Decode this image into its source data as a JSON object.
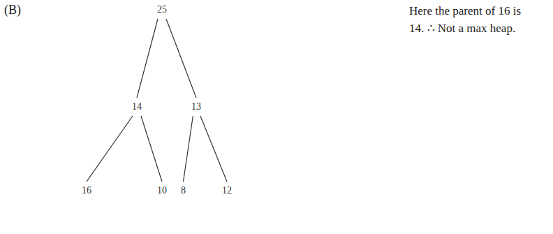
{
  "diagram": {
    "nodes": [
      {
        "text": [
          "25"
        ]
      },
      {
        "text": [
          "14"
        ]
      },
      {
        "text": [
          "13"
        ]
      },
      {
        "text": [
          "16"
        ]
      },
      {
        "text": [
          "10"
        ]
      },
      {
        "text": [
          "8"
        ]
      },
      {
        "text": [
          "12"
        ]
      }
    ],
    "edges": [
      {
        "from": 0,
        "to": 1,
        "arrow": "none"
      },
      {
        "from": 0,
        "to": 2,
        "arrow": "none"
      },
      {
        "from": 1,
        "to": 3,
        "arrow": "none"
      },
      {
        "from": 1,
        "to": 4,
        "arrow": "none"
      },
      {
        "from": 2,
        "to": 5,
        "arrow": "none"
      },
      {
        "from": 2,
        "to": 6,
        "arrow": "none"
      }
    ],
    "labels": [
      "(B)",
      "Here the parent of 16 is",
      "14. ∴ Not a max heap."
    ]
  }
}
